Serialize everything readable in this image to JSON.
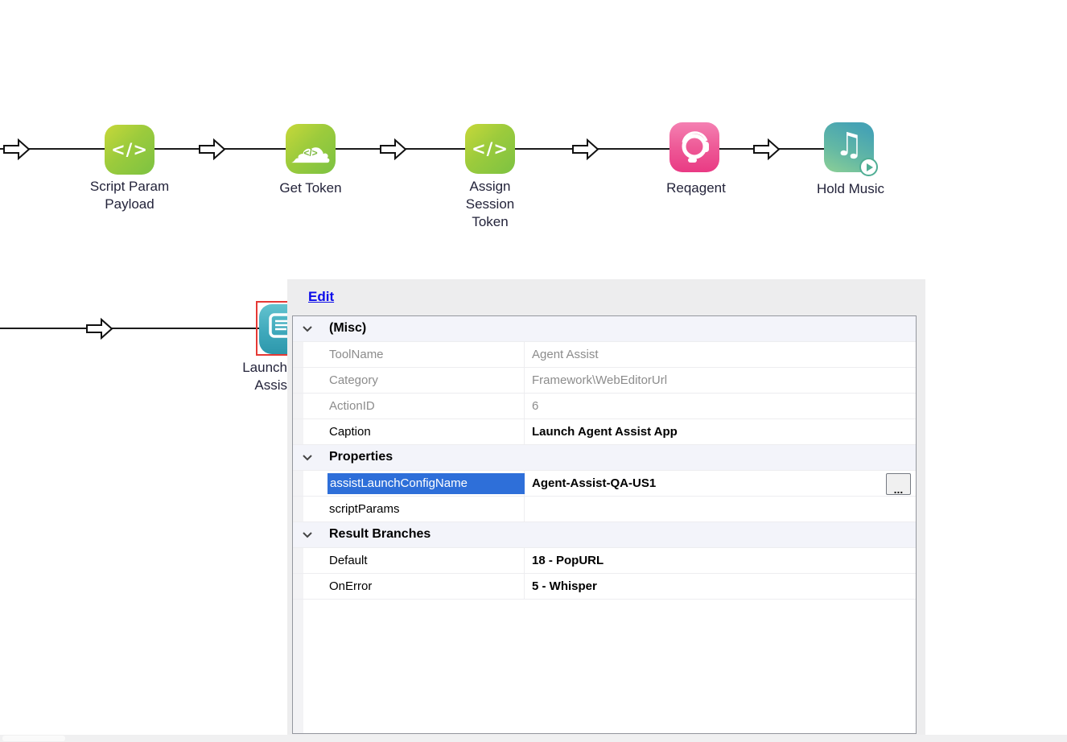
{
  "canvas": {
    "nodes": [
      {
        "name": "script-param-payload",
        "label_lines": [
          "Script Param",
          "Payload"
        ],
        "glyph": "</>"
      },
      {
        "name": "get-token",
        "label_lines": [
          "Get Token"
        ],
        "glyph": "</>",
        "cloud_glyph": "☁"
      },
      {
        "name": "assign-session-token",
        "label_lines": [
          "Assign",
          "Session",
          "Token"
        ],
        "glyph": "</>"
      },
      {
        "name": "reqagent",
        "label_lines": [
          "Reqagent"
        ]
      },
      {
        "name": "hold-music",
        "label_lines": [
          "Hold Music"
        ],
        "glyph": "♫"
      },
      {
        "name": "launch-agent-assist",
        "label_lines": [
          "Launch",
          "Assis"
        ],
        "selected": true
      }
    ],
    "colors": {
      "code_icon_gradient": [
        "#c7d83a",
        "#7cc242"
      ],
      "agent_icon_gradient": [
        "#f480b2",
        "#e93a84"
      ],
      "music_icon_gradient": [
        "#46a3b4",
        "#8ed096"
      ],
      "assist_icon_gradient": [
        "#63c3cf",
        "#2d97ab"
      ],
      "selection_border": "#e53935"
    }
  },
  "properties_panel": {
    "edit_link": "Edit",
    "ellipsis_button": "...",
    "selection_highlight_color": "#2e6fd9",
    "sections": [
      {
        "title": "(Misc)",
        "rows": [
          {
            "label": "ToolName",
            "value": "Agent Assist"
          },
          {
            "label": "Category",
            "value": "Framework\\WebEditorUrl"
          },
          {
            "label": "ActionID",
            "value": "6"
          },
          {
            "label": "Caption",
            "value": "Launch Agent Assist App"
          }
        ]
      },
      {
        "title": "Properties",
        "rows": [
          {
            "label": "assistLaunchConfigName",
            "value": "Agent-Assist-QA-US1"
          },
          {
            "label": "scriptParams",
            "value": ""
          }
        ]
      },
      {
        "title": "Result Branches",
        "rows": [
          {
            "label": "Default",
            "value": "18 - PopURL"
          },
          {
            "label": "OnError",
            "value": "5 - Whisper"
          }
        ]
      }
    ]
  }
}
